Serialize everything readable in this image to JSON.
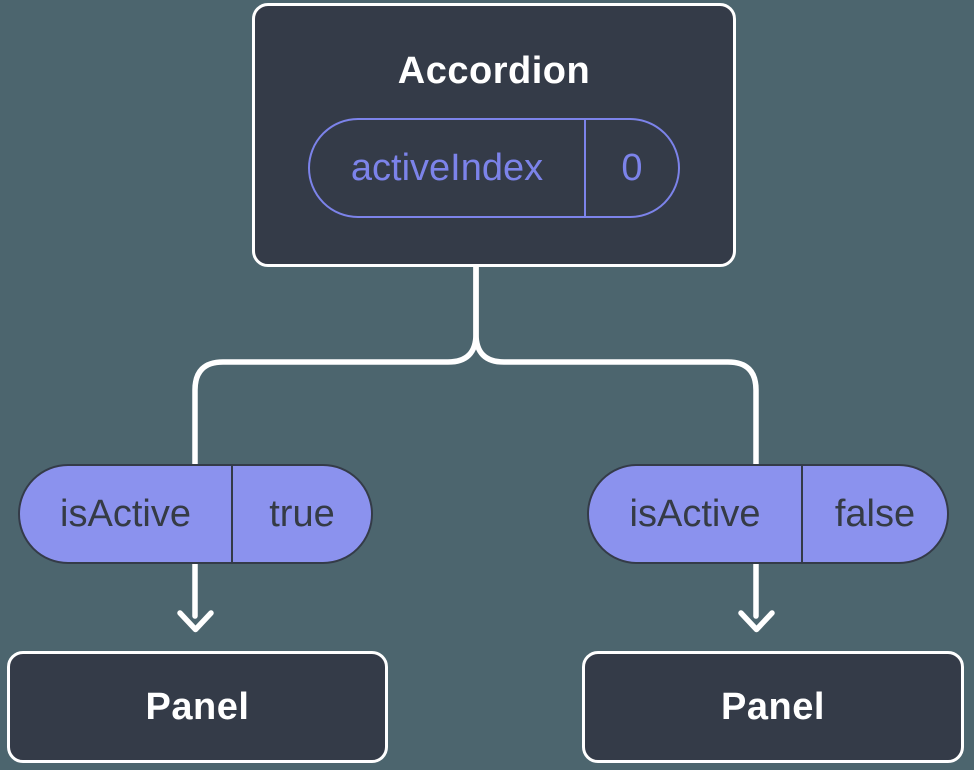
{
  "diagram": {
    "root": {
      "title": "Accordion",
      "state": {
        "name": "activeIndex",
        "value": "0"
      }
    },
    "branches": [
      {
        "prop": {
          "name": "isActive",
          "value": "true"
        },
        "child": {
          "title": "Panel"
        }
      },
      {
        "prop": {
          "name": "isActive",
          "value": "false"
        },
        "child": {
          "title": "Panel"
        }
      }
    ],
    "colors": {
      "background": "#4C656E",
      "node_fill": "#343B48",
      "node_border": "#FFFFFF",
      "node_title_text": "#FFFFFF",
      "state_pill_outline": "#7C83EA",
      "state_pill_text": "#7C83EA",
      "prop_pill_fill": "#8B92EE",
      "prop_pill_border": "#343B48",
      "prop_pill_text": "#353B45",
      "connector": "#FFFFFF"
    }
  }
}
